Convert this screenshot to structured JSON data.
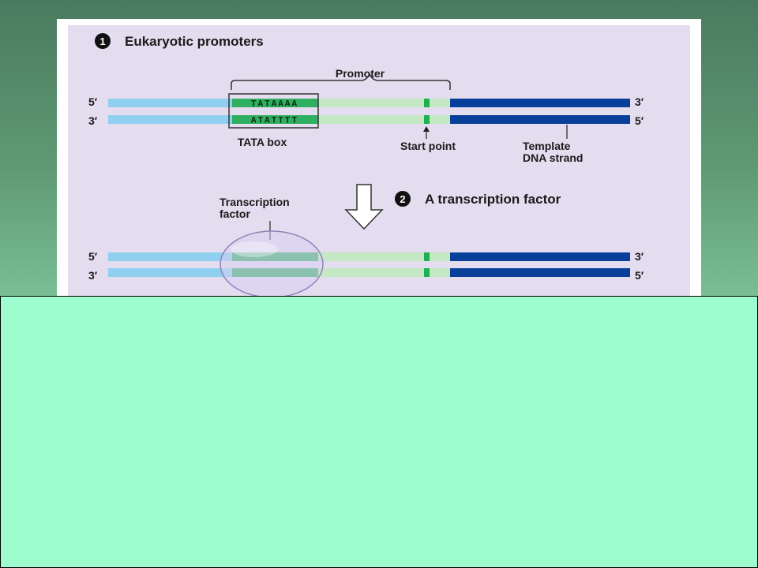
{
  "steps": [
    {
      "number": "1",
      "title": "Eukaryotic promoters"
    },
    {
      "number": "2",
      "title": "A transcription factor"
    }
  ],
  "labels": {
    "promoter": "Promoter",
    "tata_box": "TATA box",
    "start_point": "Start point",
    "template_line1": "Template",
    "template_line2": "DNA strand",
    "transcription_factor_line1": "Transcription",
    "transcription_factor_line2": "factor"
  },
  "sequences": {
    "top": "TATAAAA",
    "bottom": "ATATTTT"
  },
  "strand_ends": {
    "left_top": "5′",
    "left_bottom": "3′",
    "right_top": "3′",
    "right_bottom": "5′"
  },
  "colors": {
    "panel_bg": "#e4dcef",
    "light_blue": "#8fd0f0",
    "light_green": "#c4e8c4",
    "tata_green": "#2fb060",
    "dark_blue": "#073f9a",
    "start_green": "#1fb050",
    "factor_fill": "#d8d0f2"
  }
}
